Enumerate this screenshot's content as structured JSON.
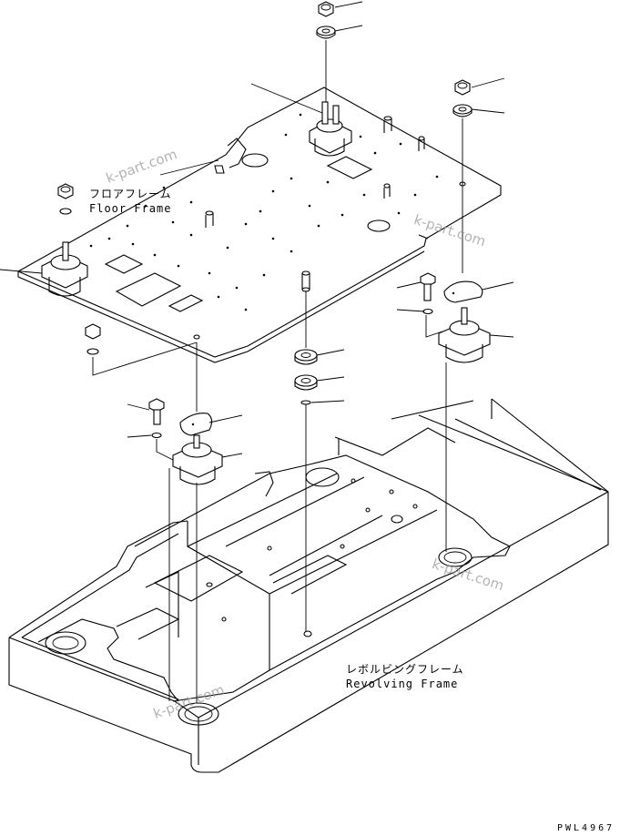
{
  "labels": {
    "floor_frame_jp": "フロアフレーム",
    "floor_frame_en": "Floor Frame",
    "revolving_frame_jp": "レボルビングフレーム",
    "revolving_frame_en": "Revolving Frame"
  },
  "watermarks": [
    "k-part.com",
    "k-part.com",
    "k-part.com",
    "k-part.com"
  ],
  "drawing_code": "PWL4967",
  "colors": {
    "line": "#000000",
    "watermark": "#9a9a9a",
    "background": "#ffffff"
  }
}
